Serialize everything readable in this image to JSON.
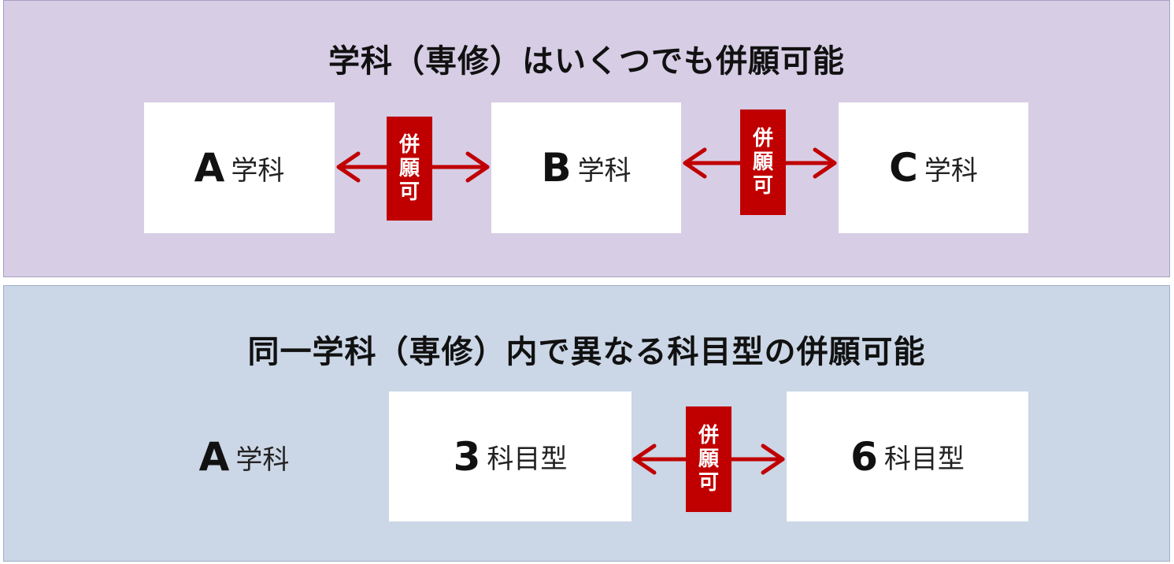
{
  "colors": {
    "top_panel_bg": "#d7cde5",
    "bottom_panel_bg": "#cbd6e6",
    "badge_bg": "#c00000",
    "arrow": "#c00000"
  },
  "top": {
    "title": "学科（専修）はいくつでも併願可能",
    "boxes": [
      {
        "letter": "A",
        "suffix": "学科"
      },
      {
        "letter": "B",
        "suffix": "学科"
      },
      {
        "letter": "C",
        "suffix": "学科"
      }
    ],
    "badges": [
      {
        "chars": [
          "併",
          "願",
          "可"
        ]
      },
      {
        "chars": [
          "併",
          "願",
          "可"
        ]
      }
    ]
  },
  "bottom": {
    "title": "同一学科（専修）内で異なる科目型の併願可能",
    "dept": {
      "letter": "A",
      "suffix": "学科"
    },
    "boxes": [
      {
        "num": "3",
        "suffix": "科目型"
      },
      {
        "num": "6",
        "suffix": "科目型"
      }
    ],
    "badge": {
      "chars": [
        "併",
        "願",
        "可"
      ]
    }
  }
}
